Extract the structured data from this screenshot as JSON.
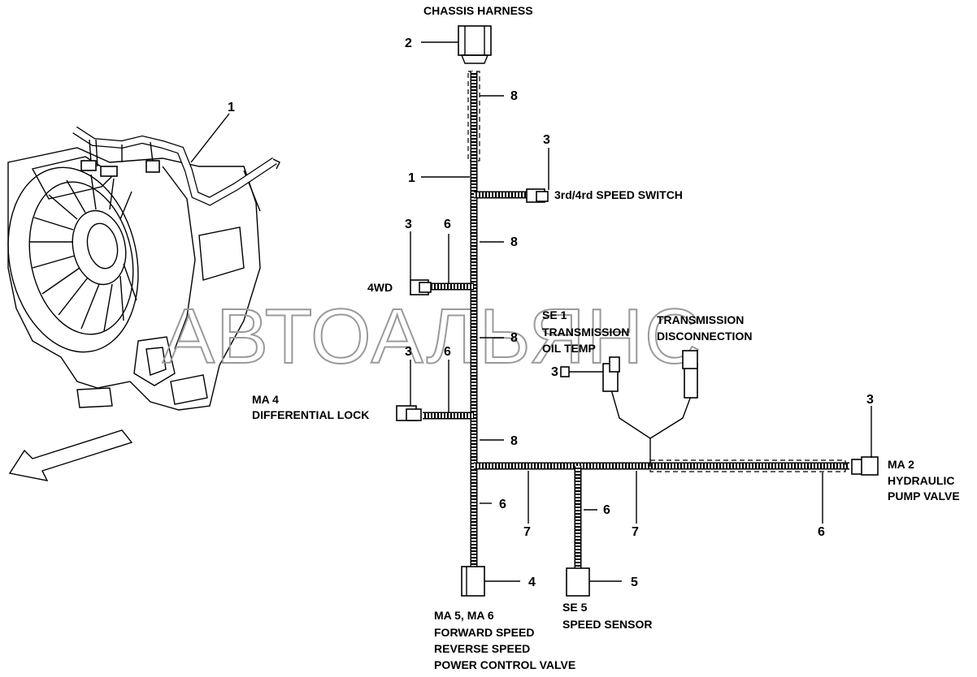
{
  "diagram": {
    "title": "CHASSIS HARNESS",
    "watermark": "АВТОАЛЬЯНС",
    "callouts": {
      "n1_transmission": "1",
      "n1_harness": "1",
      "n2": "2",
      "n3_speed_switch": "3",
      "n3_4wd": "3",
      "n3_oil_temp": "3",
      "n3_diff_lock": "3",
      "n3_pump_valve": "3",
      "n4": "4",
      "n5": "5",
      "n6_4wd": "6",
      "n6_diff_lock": "6",
      "n6_lower_left": "6",
      "n6_speed_sensor": "6",
      "n6_right": "6",
      "n7_left": "7",
      "n7_right": "7",
      "n8_top": "8",
      "n8_upper": "8",
      "n8_middle": "8",
      "n8_lower": "8"
    },
    "labels": {
      "speed_switch": "3rd/4rd SPEED SWITCH",
      "fourwd": "4WD",
      "se1_line1": "SE 1",
      "se1_line2": "TRANSMISSION",
      "se1_line3": "OIL TEMP",
      "trans_disc_line1": "TRANSMISSION",
      "trans_disc_line2": "DISCONNECTION",
      "ma4_line1": "MA 4",
      "ma4_line2": "DIFFERENTIAL LOCK",
      "ma2_line1": "MA 2",
      "ma2_line2": "HYDRAULIC",
      "ma2_line3": "PUMP VALVE",
      "ma56_line1": "MA 5, MA 6",
      "ma56_line2": "FORWARD SPEED",
      "ma56_line3": "REVERSE SPEED",
      "ma56_line4": "POWER CONTROL VALVE",
      "se5_line1": "SE 5",
      "se5_line2": "SPEED SENSOR"
    }
  }
}
